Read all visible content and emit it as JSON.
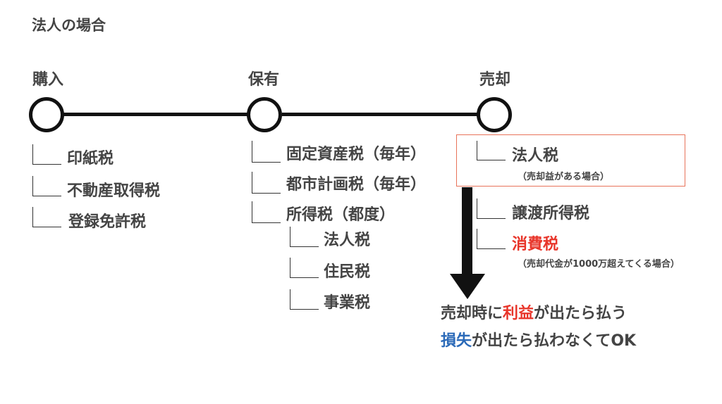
{
  "title": "法人の場合",
  "stages": {
    "purchase": "購入",
    "holding": "保有",
    "sale": "売却"
  },
  "purchase_items": [
    "印紙税",
    "不動産取得税",
    "登録免許税"
  ],
  "holding_items": [
    "固定資産税（毎年）",
    "都市計画税（毎年）",
    "所得税（都度）"
  ],
  "holding_subitems": [
    "法人税",
    "住民税",
    "事業税"
  ],
  "sale": {
    "box_item": "法人税",
    "box_note": "（売却益がある場合）",
    "item_transfer": "譲渡所得税",
    "item_consumption": "消費税",
    "consumption_note": "（売却代金が1000万超えてくる場合）"
  },
  "conclusion": {
    "line1_a": "売却時に",
    "line1_b": "利益",
    "line1_c": "が出たら払う",
    "line2_a": "損失",
    "line2_b": "が出たら払わなくてOK"
  },
  "colors": {
    "accent_red": "#e8352a",
    "accent_blue": "#2b6ab8",
    "box_border": "#e8735a"
  }
}
